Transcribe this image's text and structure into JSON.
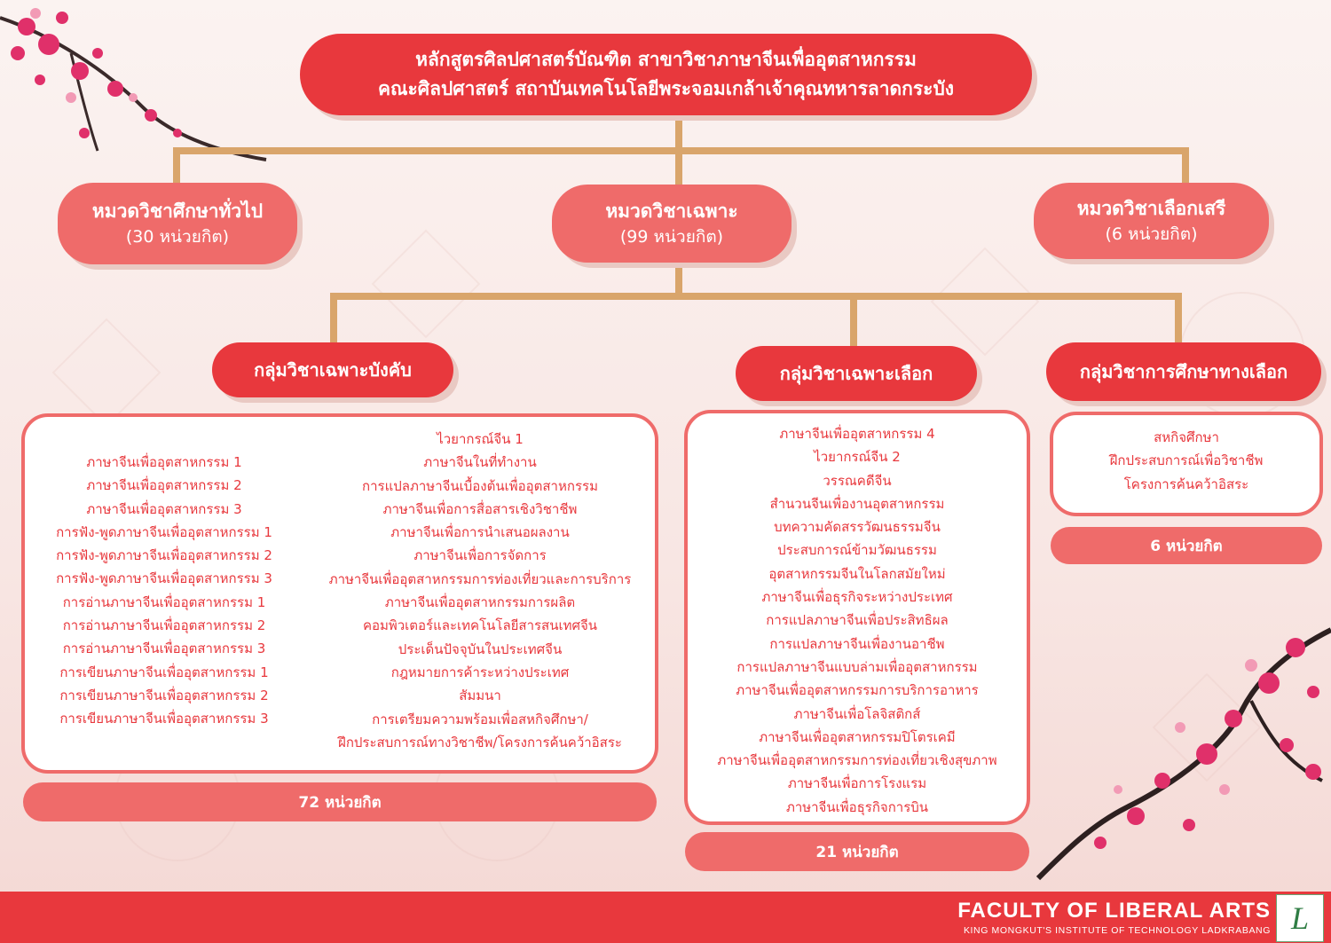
{
  "header": {
    "line1": "หลักสูตรศิลปศาสตร์บัณฑิต สาขาวิชาภาษาจีนเพื่ออุตสาหกรรม",
    "line2": "คณะศิลปศาสตร์ สถาบันเทคโนโลยีพระจอมเกล้าเจ้าคุณทหารลาดกระบัง"
  },
  "categories": {
    "general": {
      "title": "หมวดวิชาศึกษาทั่วไป",
      "credits": "(30 หน่วยกิต)"
    },
    "specific": {
      "title": "หมวดวิชาเฉพาะ",
      "credits": "(99 หน่วยกิต)"
    },
    "free": {
      "title": "หมวดวิชาเลือกเสรี",
      "credits": "(6 หน่วยกิต)"
    }
  },
  "groups": {
    "required": {
      "title": "กลุ่มวิชาเฉพาะบังคับ",
      "credits": "72 หน่วยกิต",
      "left_courses": [
        "ภาษาจีนเพื่ออุตสาหกรรม 1",
        "ภาษาจีนเพื่ออุตสาหกรรม 2",
        "ภาษาจีนเพื่ออุตสาหกรรม 3",
        "การฟัง-พูดภาษาจีนเพื่ออุตสาหกรรม 1",
        "การฟัง-พูดภาษาจีนเพื่ออุตสาหกรรม 2",
        "การฟัง-พูดภาษาจีนเพื่ออุตสาหกรรม 3",
        "การอ่านภาษาจีนเพื่ออุตสาหกรรม 1",
        "การอ่านภาษาจีนเพื่ออุตสาหกรรม 2",
        "การอ่านภาษาจีนเพื่ออุตสาหกรรม 3",
        "การเขียนภาษาจีนเพื่ออุตสาหกรรม 1",
        "การเขียนภาษาจีนเพื่ออุตสาหกรรม 2",
        "การเขียนภาษาจีนเพื่ออุตสาหกรรม 3"
      ],
      "right_courses": [
        "ไวยากรณ์จีน 1",
        "ภาษาจีนในที่ทำงาน",
        "การแปลภาษาจีนเบื้องต้นเพื่ออุตสาหกรรม",
        "ภาษาจีนเพื่อการสื่อสารเชิงวิชาชีพ",
        "ภาษาจีนเพื่อการนำเสนอผลงาน",
        "ภาษาจีนเพื่อการจัดการ",
        "ภาษาจีนเพื่ออุตสาหกรรมการท่องเที่ยวและการบริการ",
        "ภาษาจีนเพื่ออุตสาหกรรมการผลิต",
        "คอมพิวเตอร์และเทคโนโลยีสารสนเทศจีน",
        "ประเด็นปัจจุบันในประเทศจีน",
        "กฎหมายการค้าระหว่างประเทศ",
        "สัมมนา",
        "การเตรียมความพร้อมเพื่อสหกิจศึกษา/",
        "ฝึกประสบการณ์ทางวิชาชีพ/โครงการค้นคว้าอิสระ"
      ]
    },
    "elective": {
      "title": "กลุ่มวิชาเฉพาะเลือก",
      "credits": "21 หน่วยกิต",
      "courses": [
        "ภาษาจีนเพื่ออุตสาหกรรม 4",
        "ไวยากรณ์จีน 2",
        "วรรณคดีจีน",
        "สำนวนจีนเพื่องานอุตสาหกรรม",
        "บทความคัดสรรวัฒนธรรมจีน",
        "ประสบการณ์ข้ามวัฒนธรรม",
        "อุตสาหกรรมจีนในโลกสมัยใหม่",
        "ภาษาจีนเพื่อธุรกิจระหว่างประเทศ",
        "การแปลภาษาจีนเพื่อประสิทธิผล",
        "การแปลภาษาจีนเพื่องานอาชีพ",
        "การแปลภาษาจีนแบบล่ามเพื่ออุตสาหกรรม",
        "ภาษาจีนเพื่ออุตสาหกรรมการบริการอาหาร",
        "ภาษาจีนเพื่อโลจิสติกส์",
        "ภาษาจีนเพื่ออุตสาหกรรมปิโตรเคมี",
        "ภาษาจีนเพื่ออุตสาหกรรมการท่องเที่ยวเชิงสุขภาพ",
        "ภาษาจีนเพื่อการโรงแรม",
        "ภาษาจีนเพื่อธุรกิจการบิน"
      ]
    },
    "alternative": {
      "title": "กลุ่มวิชาการศึกษาทางเลือก",
      "credits": "6 หน่วยกิต",
      "courses": [
        "สหกิจศึกษา",
        "ฝึกประสบการณ์เพื่อวิชาชีพ",
        "โครงการค้นคว้าอิสระ"
      ]
    }
  },
  "footer": {
    "faculty": "FACULTY OF LIBERAL ARTS",
    "institute": "KING MONGKUT'S INSTITUTE OF TECHNOLOGY LADKRABANG",
    "logo_letter": "L"
  },
  "colors": {
    "red": "#e8383d",
    "salmon": "#ef6b6a",
    "connector": "#d9a56b"
  }
}
